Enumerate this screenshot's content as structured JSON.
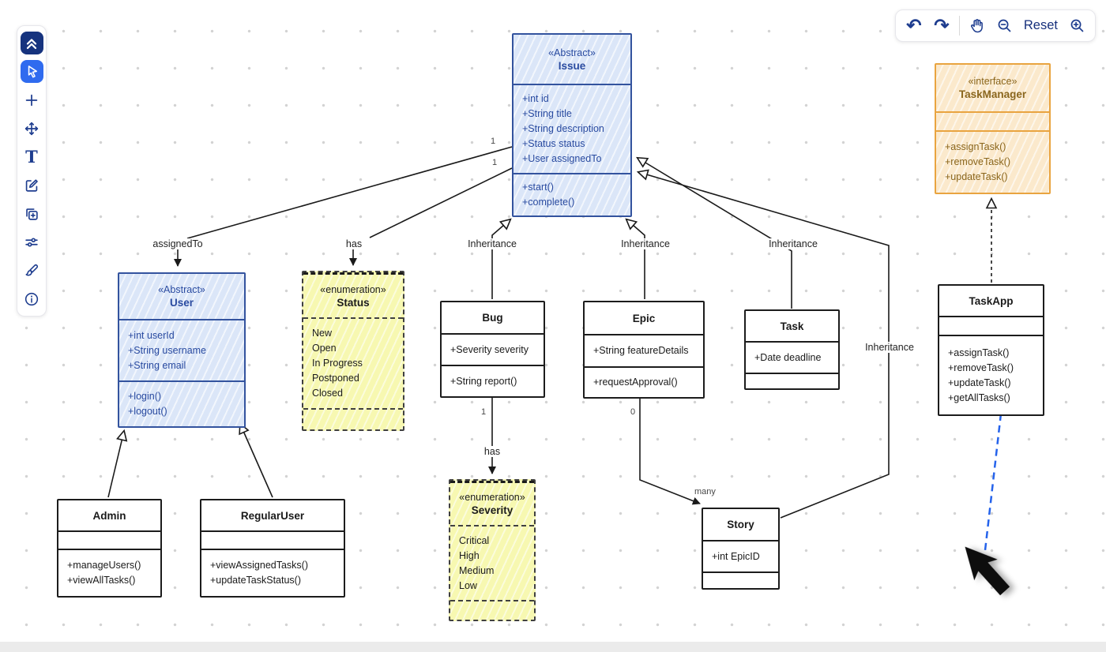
{
  "left_toolbar": {
    "text_glyph": "T",
    "items": [
      {
        "name": "collapse-toolbar",
        "icon": "double-chevron-up-icon"
      },
      {
        "name": "select-tool",
        "icon": "cursor-icon",
        "active": true
      },
      {
        "name": "add-shape-tool",
        "icon": "plus-icon"
      },
      {
        "name": "move-tool",
        "icon": "move-icon"
      },
      {
        "name": "text-tool",
        "icon": "text-icon"
      },
      {
        "name": "edit-tool",
        "icon": "edit-pencil-icon"
      },
      {
        "name": "duplicate-tool",
        "icon": "duplicate-plus-icon"
      },
      {
        "name": "settings-tool",
        "icon": "sliders-icon"
      },
      {
        "name": "style-tool",
        "icon": "paintbrush-icon"
      },
      {
        "name": "info-button",
        "icon": "info-icon"
      }
    ]
  },
  "top_toolbar": {
    "undo_glyph": "↶",
    "redo_glyph": "↷",
    "reset_label": "Reset",
    "icons": [
      "undo-icon",
      "redo-icon",
      "pan-hand-icon",
      "zoom-out-icon",
      "zoom-in-icon"
    ]
  },
  "classes": {
    "issue": {
      "stereotype": "«Abstract»",
      "name": "Issue",
      "attributes": [
        "+int id",
        "+String title",
        "+String description",
        "+Status status",
        "+User assignedTo"
      ],
      "methods": [
        "+start()",
        "+complete()"
      ]
    },
    "task_manager": {
      "stereotype": "«interface»",
      "name": "TaskManager",
      "methods": [
        "+assignTask()",
        "+removeTask()",
        "+updateTask()"
      ]
    },
    "user": {
      "stereotype": "«Abstract»",
      "name": "User",
      "attributes": [
        "+int userId",
        "+String username",
        "+String email"
      ],
      "methods": [
        "+login()",
        "+logout()"
      ]
    },
    "status": {
      "stereotype": "«enumeration»",
      "name": "Status",
      "values": [
        "New",
        "Open",
        "In Progress",
        "Postponed",
        "Closed"
      ]
    },
    "bug": {
      "name": "Bug",
      "attributes": [
        "+Severity severity"
      ],
      "methods": [
        "+String report()"
      ]
    },
    "epic": {
      "name": "Epic",
      "attributes": [
        "+String featureDetails"
      ],
      "methods": [
        "+requestApproval()"
      ]
    },
    "task": {
      "name": "Task",
      "attributes": [
        "+Date deadline"
      ],
      "methods": []
    },
    "task_app": {
      "name": "TaskApp",
      "methods": [
        "+assignTask()",
        "+removeTask()",
        "+updateTask()",
        "+getAllTasks()"
      ]
    },
    "admin": {
      "name": "Admin",
      "methods": [
        "+manageUsers()",
        "+viewAllTasks()"
      ]
    },
    "regular_user": {
      "name": "RegularUser",
      "methods": [
        "+viewAssignedTasks()",
        "+updateTaskStatus()"
      ]
    },
    "severity": {
      "stereotype": "«enumeration»",
      "name": "Severity",
      "values": [
        "Critical",
        "High",
        "Medium",
        "Low"
      ]
    },
    "story": {
      "name": "Story",
      "attributes": [
        "+int EpicID"
      ],
      "methods": []
    }
  },
  "edge_labels": {
    "assigned_to": "assignedTo",
    "has_status": "has",
    "inheritance_bug": "Inheritance",
    "inheritance_epic": "Inheritance",
    "inheritance_task": "Inheritance",
    "inheritance_story": "Inheritance",
    "has_severity": "has",
    "mult_assigned_to": "1",
    "mult_has_status": "1",
    "mult_bug_severity": "1",
    "mult_epic_story": "0",
    "mult_many": "many"
  },
  "colors": {
    "accent_blue": "#2f6bef",
    "toolbar_navy": "#1e3d8f",
    "class_blue_border": "#33539e",
    "class_blue_fill": "#dbe6f8",
    "class_orange_border": "#e9a440",
    "class_orange_fill": "#fbe9cc",
    "enum_yellow_fill": "#f7f8b1",
    "pending_connector_blue": "#2563eb"
  }
}
